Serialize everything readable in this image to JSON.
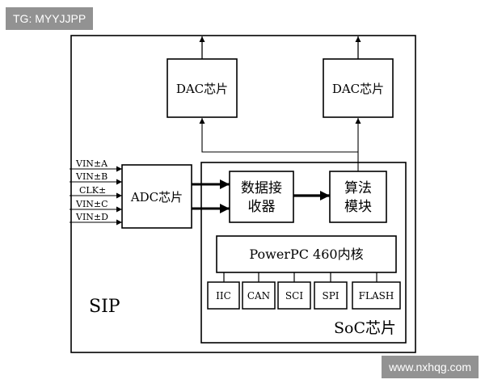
{
  "watermark_top": "TG: MYYJJPP",
  "watermark_bottom": "www.nxhqg.com",
  "diagram": {
    "sip_label": "SIP",
    "soc_label": "SoC芯片",
    "dac_left": "DAC芯片",
    "dac_right": "DAC芯片",
    "adc": "ADC芯片",
    "receiver_line1": "数据接",
    "receiver_line2": "收器",
    "algorithm_line1": "算法",
    "algorithm_line2": "模块",
    "core": "PowerPC 460内核",
    "inputs": [
      "VIN±A",
      "VIN±B",
      "CLK±",
      "VIN±C",
      "VIN±D"
    ],
    "peripherals": [
      "IIC",
      "CAN",
      "SCI",
      "SPI",
      "FLASH"
    ]
  }
}
